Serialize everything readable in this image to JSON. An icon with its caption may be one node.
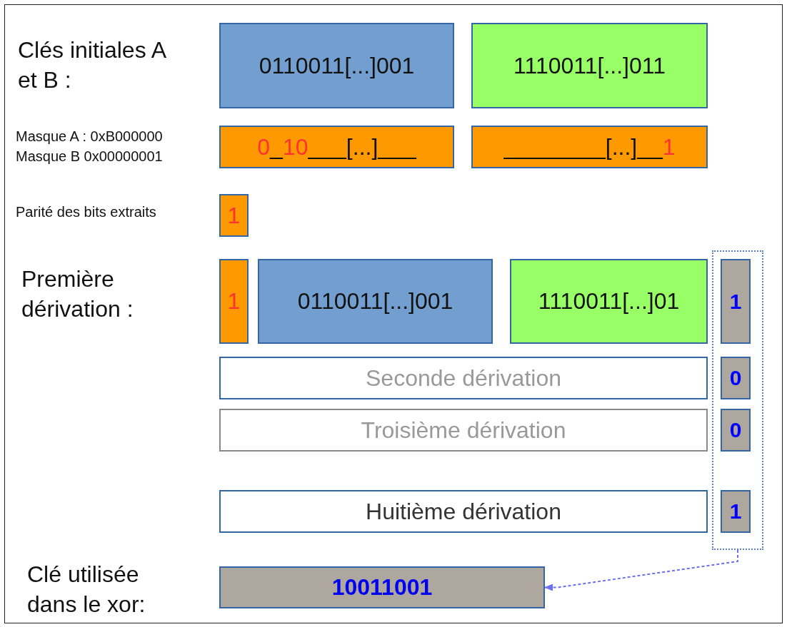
{
  "diagram": {
    "nodes": [
      {
        "text": [
          "0110011[...]001"
        ]
      },
      {
        "text": [
          "1110011[...]011"
        ]
      },
      {
        "text": [
          "0_10___[...]___"
        ]
      },
      {
        "text": [
          "________[...]__1"
        ]
      },
      {
        "text": [
          "1"
        ]
      },
      {
        "text": [
          "1"
        ]
      },
      {
        "text": [
          "0110011[...]001"
        ]
      },
      {
        "text": [
          "1110011[...]01"
        ]
      },
      {
        "text": [],
        "shape": "box"
      },
      {
        "text": [
          "1"
        ],
        "in": 8
      },
      {
        "text": [
          "Seconde dérivation"
        ]
      },
      {
        "text": [
          "0"
        ],
        "in": 8
      },
      {
        "text": [
          "Troisième dérivation"
        ]
      },
      {
        "text": [
          "0"
        ],
        "in": 8
      },
      {
        "text": [
          "Huitième dérivation"
        ]
      },
      {
        "text": [
          "1"
        ],
        "in": 8
      },
      {
        "text": [
          "10011001"
        ]
      }
    ],
    "edges": [
      {
        "from": 8,
        "to": 16,
        "arrow": "to",
        "style": "dashed",
        "color": "#6f6ff5"
      }
    ],
    "labels": [
      "Clés initiales A et B :",
      "Masque A : 0xB000000",
      "Masque B 0x00000001",
      "Parité des bits extraits",
      "Première dérivation :",
      "Clé utilisée dans le xor:"
    ]
  }
}
